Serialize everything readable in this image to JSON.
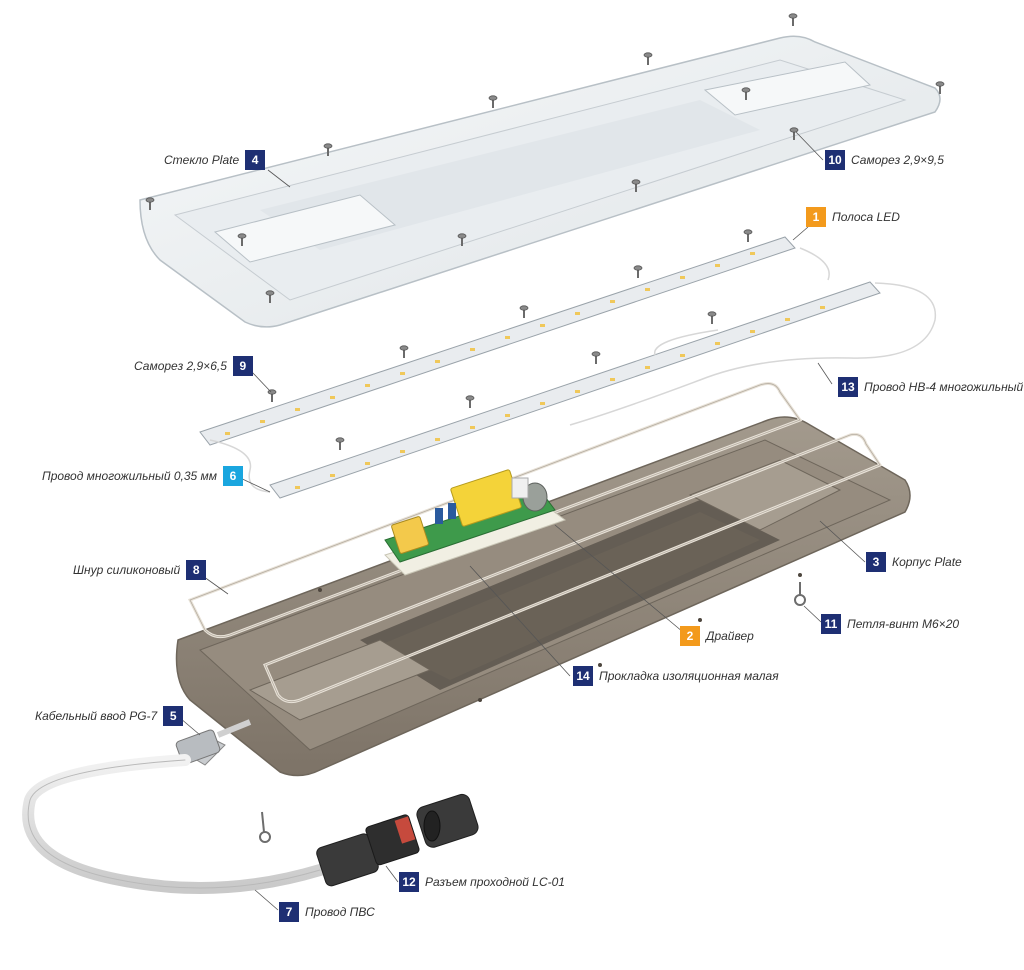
{
  "colors": {
    "navy": "#1e2f73",
    "orange": "#f39a1c",
    "cyan": "#1aa6df",
    "housing": "#8f8578",
    "glass": "#eef1f3"
  },
  "callouts": [
    {
      "num": "1",
      "text": "Полоса LED",
      "color": "orange"
    },
    {
      "num": "2",
      "text": "Драйвер",
      "color": "orange"
    },
    {
      "num": "3",
      "text": "Корпус Plate",
      "color": "navy"
    },
    {
      "num": "4",
      "text": "Стекло Plate",
      "color": "navy"
    },
    {
      "num": "5",
      "text": "Кабельный ввод PG-7",
      "color": "navy"
    },
    {
      "num": "6",
      "text": "Провод многожильный 0,35 мм",
      "color": "cyan"
    },
    {
      "num": "7",
      "text": "Провод ПВС",
      "color": "navy"
    },
    {
      "num": "8",
      "text": "Шнур силиконовый",
      "color": "navy"
    },
    {
      "num": "9",
      "text": "Саморез 2,9×6,5",
      "color": "navy"
    },
    {
      "num": "10",
      "text": "Саморез 2,9×9,5",
      "color": "navy"
    },
    {
      "num": "11",
      "text": "Петля-винт М6×20",
      "color": "navy"
    },
    {
      "num": "12",
      "text": "Разъем проходной LC-01",
      "color": "navy"
    },
    {
      "num": "13",
      "text": "Провод НВ-4 многожильный",
      "color": "navy"
    },
    {
      "num": "14",
      "text": "Прокладка изоляционная малая",
      "color": "navy"
    }
  ]
}
